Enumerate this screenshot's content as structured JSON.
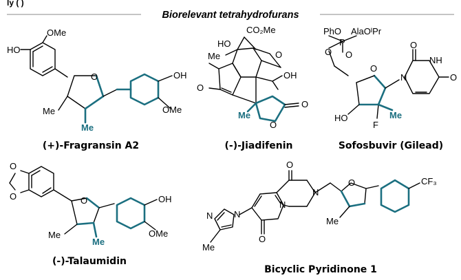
{
  "header": {
    "partial_top_text": "ly            (      )",
    "title": "Biorelevant tetrahydrofurans"
  },
  "colors": {
    "highlight": "#1b6f80",
    "rule": "#8a8a8a"
  },
  "compounds": [
    {
      "name": "(+)-Fragransin A2",
      "labels": {
        "ome_top": "OMe",
        "ho": "HO",
        "o": "O",
        "oh": "OH",
        "ome_right": "OMe",
        "me": "Me",
        "me_hl": "Me"
      }
    },
    {
      "name": "(-)-Jiadifenin",
      "labels": {
        "ho": "HO",
        "co2me": "CO₂Me",
        "me": "Me",
        "o_ring": "O",
        "o_ketone": "O",
        "oh": "OH",
        "me_hl": "Me",
        "o_lactone": "O",
        "o_carbonyl": "O"
      }
    },
    {
      "name": "Sofosbuvir (Gilead)",
      "labels": {
        "pho": "PhO",
        "ala": "AlaOᴵPr",
        "p": "P",
        "o_p": "O",
        "o_link": "O",
        "o_ring": "O",
        "n1": "N",
        "o_c2": "O",
        "nh": "NH",
        "o_c4": "O",
        "ho": "HO",
        "f": "F",
        "me_hl": "Me"
      }
    },
    {
      "name": "(-)-Talaumidin",
      "labels": {
        "o1": "O",
        "o2": "O",
        "o_ring": "O",
        "oh": "OH",
        "ome": "OMe",
        "me": "Me",
        "me_hl": "Me"
      }
    },
    {
      "name": "Bicyclic Pyridinone 1",
      "labels": {
        "n_im1": "N",
        "n_im3": "N",
        "me_im": "Me",
        "o_top": "O",
        "n_pyr": "N",
        "n_pip": "N",
        "o_bottom": "O",
        "o_ring": "O",
        "me": "Me",
        "cf3": "CF₃"
      }
    }
  ]
}
